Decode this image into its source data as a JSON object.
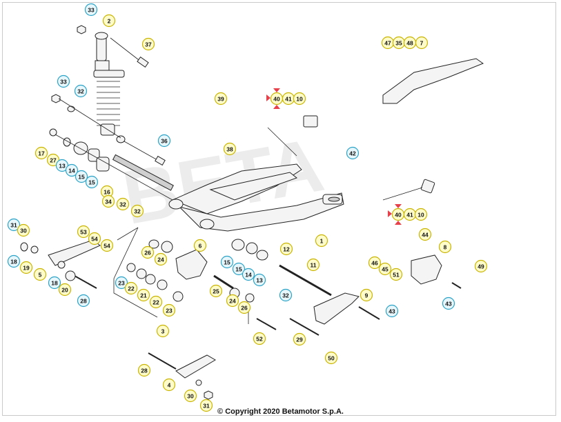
{
  "diagram": {
    "copyright": "© Copyright 2020 Betamotor S.p.A.",
    "watermark": "BETA",
    "colors": {
      "callout_yellow_fill": "#fdfbc9",
      "callout_yellow_stroke": "#c9b400",
      "callout_blue_fill": "#e6f6fb",
      "callout_blue_stroke": "#2aa3c7",
      "marker_red": "#e8404a"
    },
    "callouts": {
      "c1": "1",
      "c2": "2",
      "c3": "3",
      "c4": "4",
      "c5": "5",
      "c6": "6",
      "c7": "7",
      "c8": "8",
      "c9": "9",
      "c10a": "10",
      "c10b": "10",
      "c11": "11",
      "c12": "12",
      "c13a": "13",
      "c13b": "13",
      "c14a": "14",
      "c14b": "14",
      "c15a": "15",
      "c15b": "15",
      "c15c": "15",
      "c15d": "15",
      "c16": "16",
      "c17": "17",
      "c18a": "18",
      "c18b": "18",
      "c19": "19",
      "c20": "20",
      "c21": "21",
      "c22a": "22",
      "c22b": "22",
      "c23a": "23",
      "c23b": "23",
      "c24a": "24",
      "c24b": "24",
      "c25": "25",
      "c26a": "26",
      "c26b": "26",
      "c27": "27",
      "c28a": "28",
      "c28b": "28",
      "c29": "29",
      "c30a": "30",
      "c30b": "30",
      "c31a": "31",
      "c31b": "31",
      "c32a": "32",
      "c32b": "32",
      "c32c": "32",
      "c32d": "32",
      "c33a": "33",
      "c33b": "33",
      "c34": "34",
      "c35": "35",
      "c36": "36",
      "c37": "37",
      "c38": "38",
      "c39": "39",
      "c40a": "40",
      "c40b": "40",
      "c41a": "41",
      "c41b": "41",
      "c42": "42",
      "c43a": "43",
      "c43b": "43",
      "c44": "44",
      "c45": "45",
      "c46": "46",
      "c47": "47",
      "c48": "48",
      "c49": "49",
      "c50": "50",
      "c51": "51",
      "c52": "52",
      "c53": "53",
      "c54a": "54",
      "c54b": "54"
    }
  }
}
